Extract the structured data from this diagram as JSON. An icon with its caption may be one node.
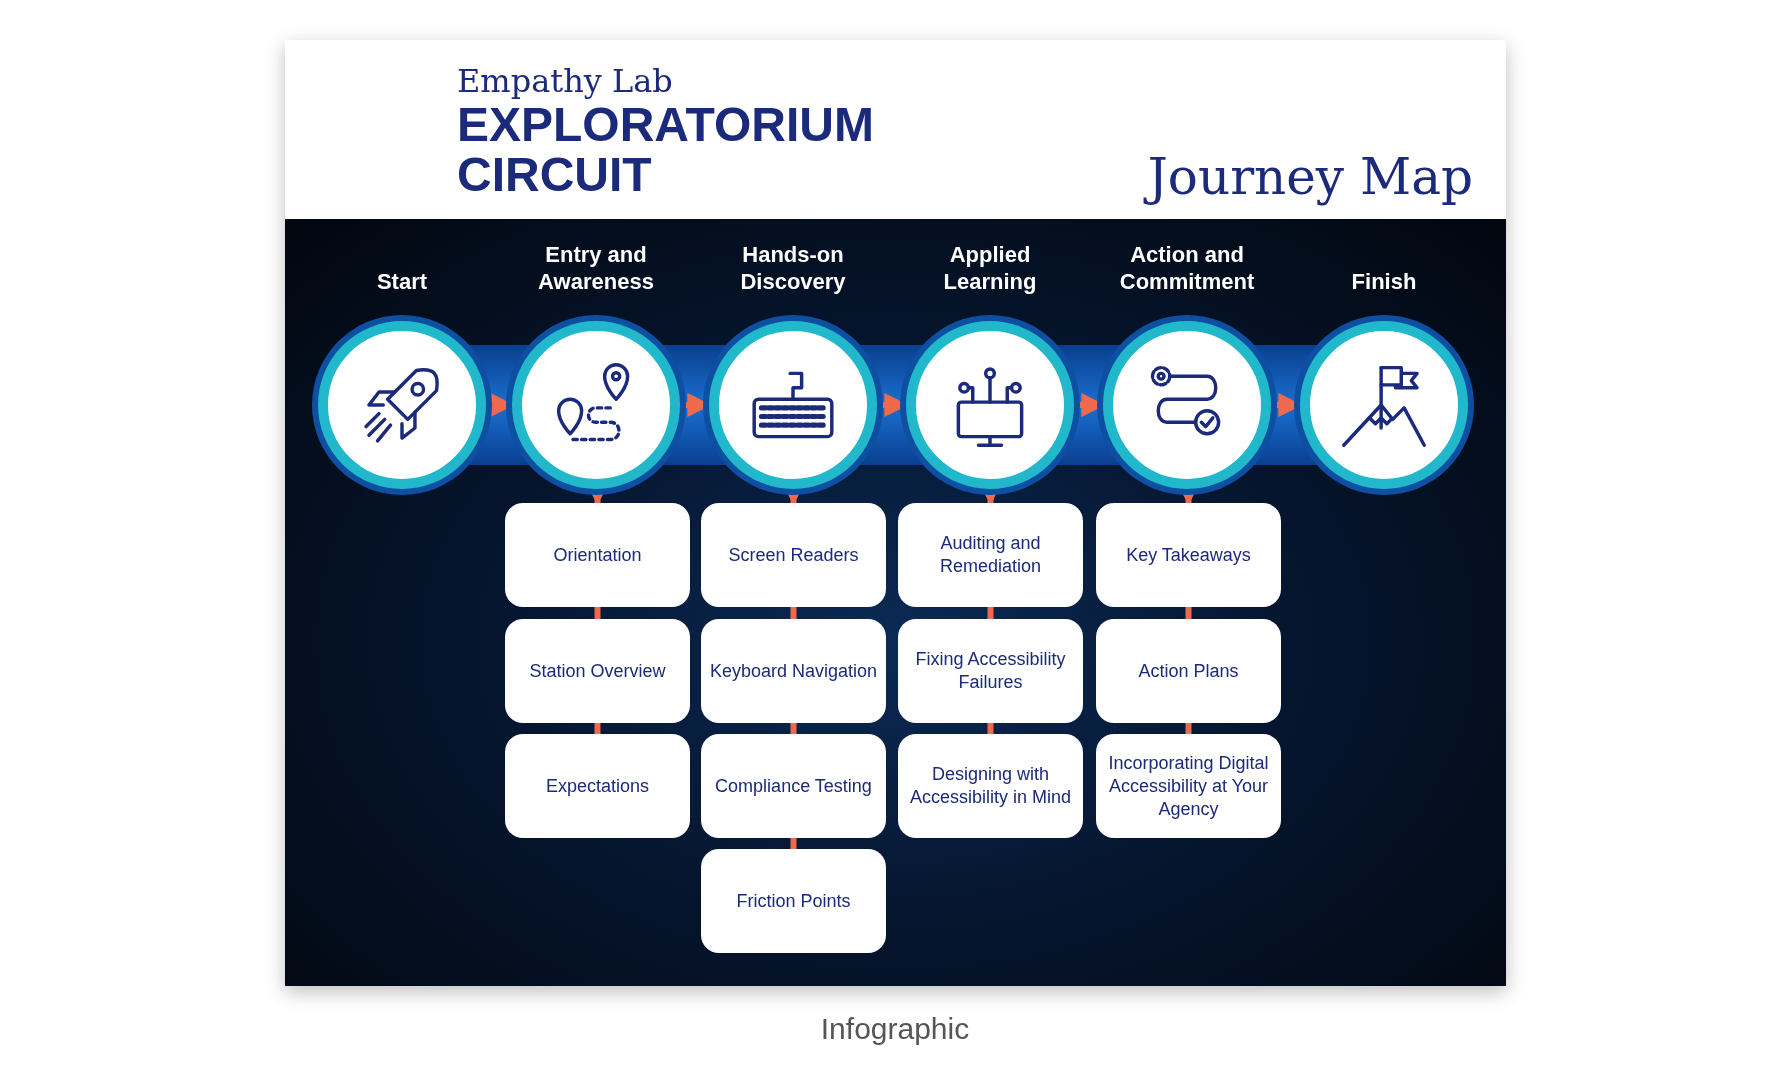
{
  "diagram": {
    "title": "Journey Map",
    "caption": "Infographic",
    "nodes": [
      {
        "text": [
          "Start"
        ]
      },
      {
        "text": [
          "Entry and Awareness"
        ]
      },
      {
        "text": [
          "Hands-on Discovery"
        ]
      },
      {
        "text": [
          "Applied Learning"
        ]
      },
      {
        "text": [
          "Action and Commitment"
        ]
      },
      {
        "text": [
          "Finish"
        ]
      },
      {
        "text": [
          "Orientation"
        ]
      },
      {
        "text": [
          "Station Overview"
        ]
      },
      {
        "text": [
          "Expectations"
        ]
      },
      {
        "text": [
          "Screen Readers"
        ]
      },
      {
        "text": [
          "Keyboard Navigation"
        ]
      },
      {
        "text": [
          "Compliance Testing"
        ]
      },
      {
        "text": [
          "Friction Points"
        ]
      },
      {
        "text": [
          "Auditing and Remediation"
        ]
      },
      {
        "text": [
          "Fixing Accessibility Failures"
        ]
      },
      {
        "text": [
          "Designing with Accessibility in Mind"
        ]
      },
      {
        "text": [
          "Key Takeaways"
        ]
      },
      {
        "text": [
          "Action Plans"
        ]
      },
      {
        "text": [
          "Incorporating Digital Accessibility at Your Agency"
        ]
      }
    ],
    "edges": [
      {
        "from": 0,
        "to": 1,
        "arrow": "to"
      },
      {
        "from": 1,
        "to": 2,
        "arrow": "to"
      },
      {
        "from": 2,
        "to": 3,
        "arrow": "to"
      },
      {
        "from": 3,
        "to": 4,
        "arrow": "to"
      },
      {
        "from": 4,
        "to": 5,
        "arrow": "to"
      },
      {
        "from": 1,
        "to": 6,
        "arrow": "to"
      },
      {
        "from": 6,
        "to": 7,
        "arrow": "none"
      },
      {
        "from": 7,
        "to": 8,
        "arrow": "none"
      },
      {
        "from": 2,
        "to": 9,
        "arrow": "to"
      },
      {
        "from": 9,
        "to": 10,
        "arrow": "none"
      },
      {
        "from": 10,
        "to": 11,
        "arrow": "none"
      },
      {
        "from": 11,
        "to": 12,
        "arrow": "none"
      },
      {
        "from": 3,
        "to": 13,
        "arrow": "to"
      },
      {
        "from": 13,
        "to": 14,
        "arrow": "none"
      },
      {
        "from": 14,
        "to": 15,
        "arrow": "none"
      },
      {
        "from": 4,
        "to": 16,
        "arrow": "to"
      },
      {
        "from": 16,
        "to": 17,
        "arrow": "none"
      },
      {
        "from": 17,
        "to": 18,
        "arrow": "none"
      }
    ],
    "labels": [
      "Empathy Lab",
      "EXPLORATORIUM CIRCUIT"
    ]
  }
}
